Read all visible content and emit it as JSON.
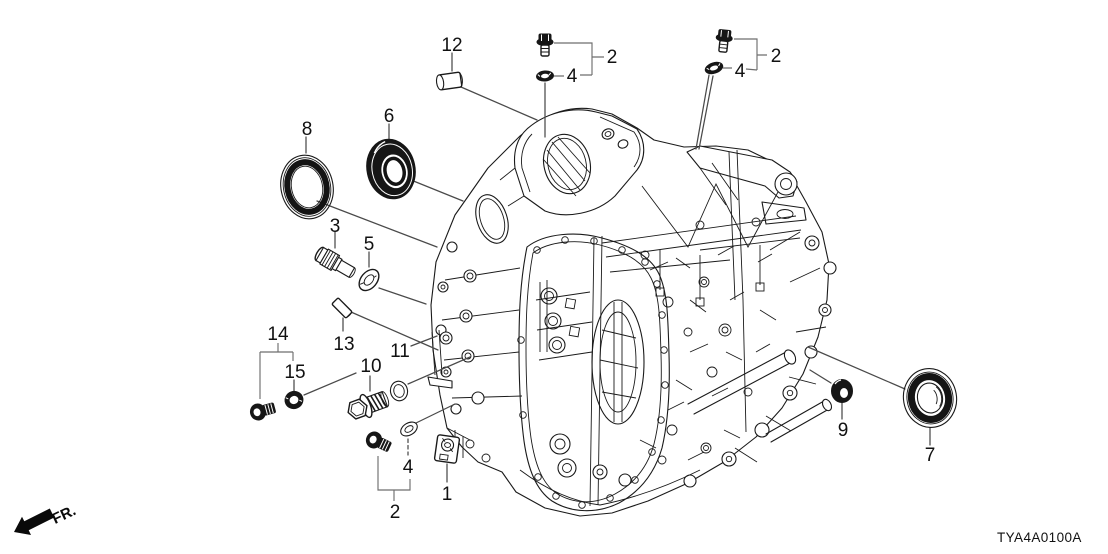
{
  "diagram": {
    "code": "TYA4A0100A",
    "direction_label": "FR.",
    "background_color": "#ffffff",
    "line_color": "#1a1a1a",
    "callouts": [
      {
        "num": "12"
      },
      {
        "num": "2"
      },
      {
        "num": "4"
      },
      {
        "num": "2"
      },
      {
        "num": "4"
      },
      {
        "num": "8"
      },
      {
        "num": "6"
      },
      {
        "num": "3"
      },
      {
        "num": "5"
      },
      {
        "num": "13"
      },
      {
        "num": "14"
      },
      {
        "num": "15"
      },
      {
        "num": "10"
      },
      {
        "num": "11"
      },
      {
        "num": "9"
      },
      {
        "num": "7"
      },
      {
        "num": "4"
      },
      {
        "num": "2"
      },
      {
        "num": "1"
      }
    ]
  }
}
